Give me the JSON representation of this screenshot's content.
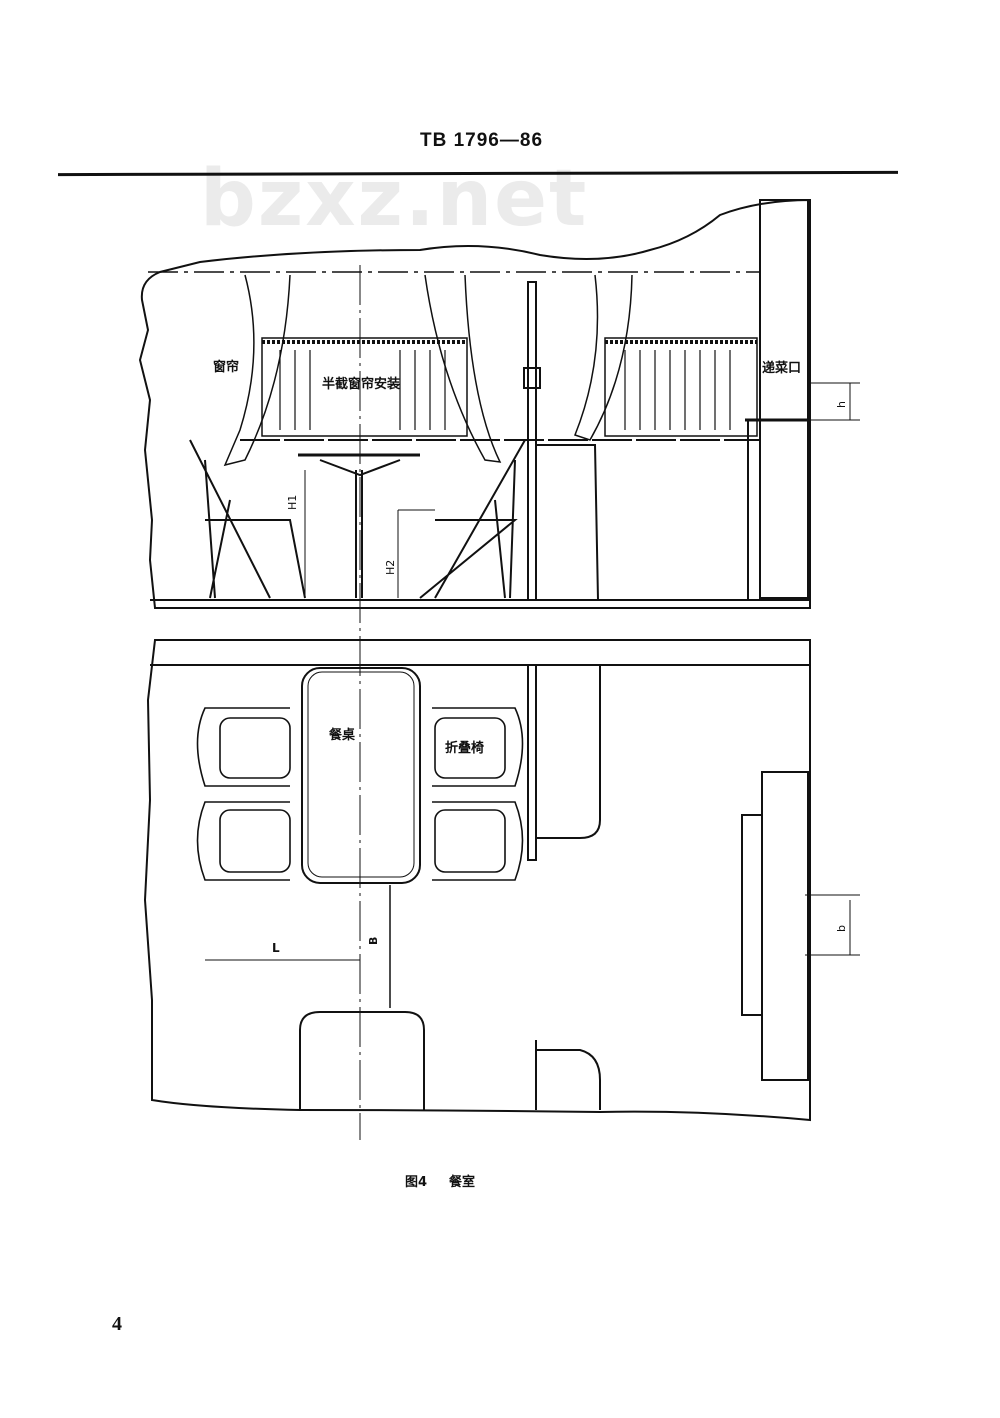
{
  "header": {
    "standard_number": "TB 1796—86"
  },
  "watermark": "bzxz.net",
  "figure": {
    "elevation_labels": {
      "curtain": "窗帘",
      "half_curtain": "半截窗帘安装",
      "serving_hatch": "递菜口",
      "h1": "H1",
      "h2": "H2",
      "h": "h"
    },
    "plan_labels": {
      "table": "餐桌",
      "folding_chair": "折叠椅",
      "l": "L",
      "b_upper": "B",
      "b_lower": "b"
    },
    "caption_number": "图4",
    "caption_title": "餐室"
  },
  "page_number": "4"
}
